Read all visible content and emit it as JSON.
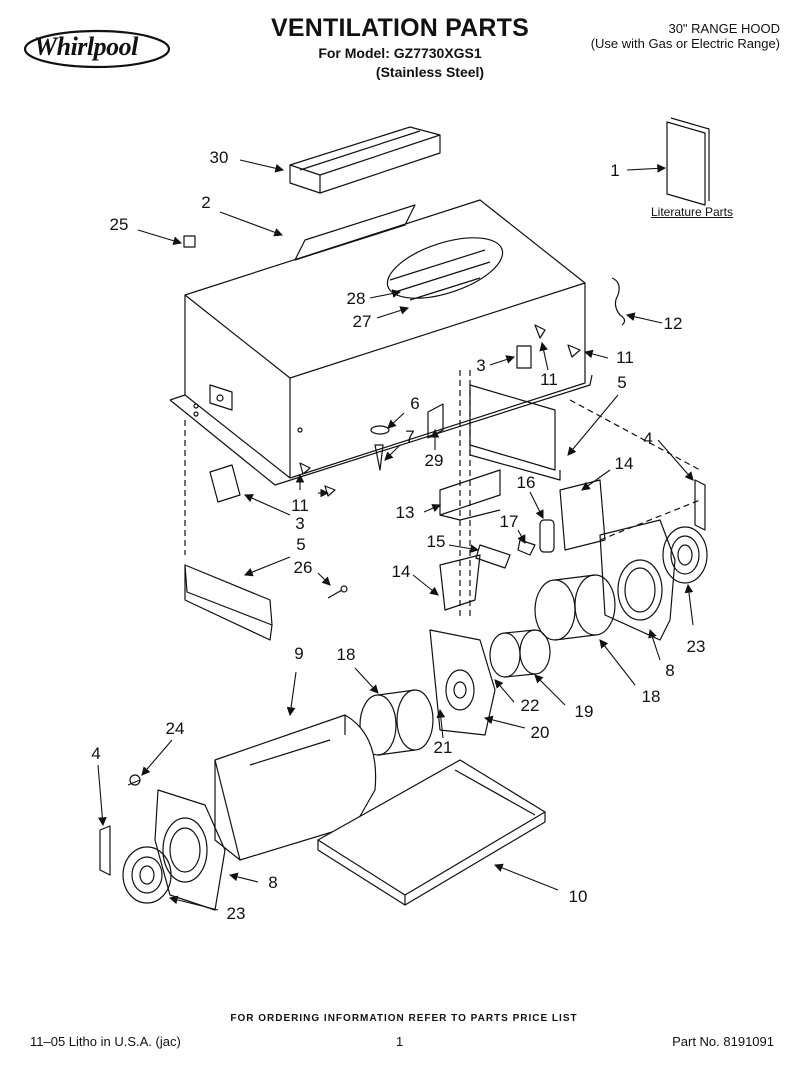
{
  "header": {
    "brand": "Whirlpool",
    "title": "VENTILATION PARTS",
    "model_line": "For Model: GZ7730XGS1",
    "finish_line": "(Stainless Steel)",
    "product_line1": "30\" RANGE HOOD",
    "product_line2": "(Use with Gas or Electric Range)"
  },
  "callouts": {
    "c30": "30",
    "c1": "1",
    "c2": "2",
    "c25": "25",
    "c28": "28",
    "c27": "27",
    "c12": "12",
    "c3a": "3",
    "c11a": "11",
    "c11b": "11",
    "c5a": "5",
    "c6": "6",
    "c7": "7",
    "c29": "29",
    "c4a": "4",
    "c14a": "14",
    "c11c": "11",
    "c3b": "3",
    "c5b": "5",
    "c16": "16",
    "c13": "13",
    "c17": "17",
    "c15": "15",
    "c26": "26",
    "c14b": "14",
    "c9": "9",
    "c18a": "18",
    "c23a": "23",
    "c8a": "8",
    "c18b": "18",
    "c22": "22",
    "c19": "19",
    "c24": "24",
    "c20": "20",
    "c21": "21",
    "c4b": "4",
    "c10": "10",
    "c8b": "8",
    "c23b": "23"
  },
  "literature_label": "Literature Parts",
  "footer": {
    "ordering": "FOR ORDERING INFORMATION REFER TO PARTS PRICE LIST",
    "litho": "11–05 Litho in U.S.A. (jac)",
    "page": "1",
    "part_no": "Part No. 8191091"
  }
}
